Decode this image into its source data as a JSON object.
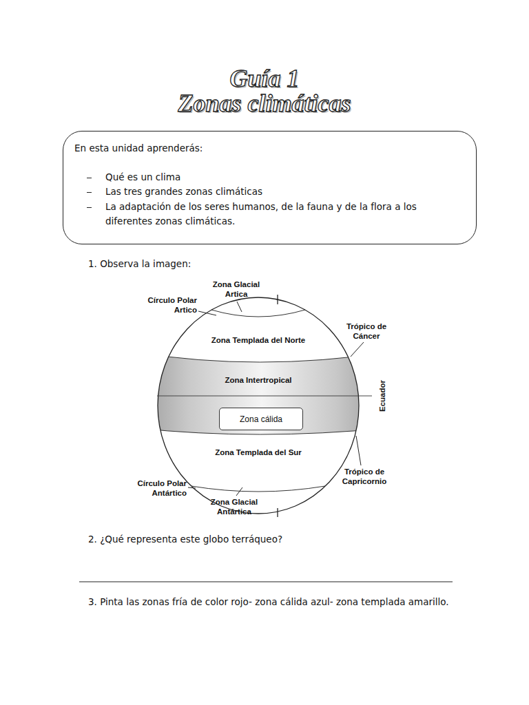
{
  "diagram": {
    "title": "Guía 1",
    "nodes": [
      {
        "text": [
          "En esta unidad aprenderás:",
          "Qué es un clima",
          "Las tres grandes zonas climáticas",
          "La adaptación de los seres humanos, de la fauna y de la flora a los diferentes zonas climáticas."
        ]
      },
      {
        "text": [
          "Zona cálida"
        ]
      }
    ],
    "labels": [
      "Zonas climáticas",
      "1. Observa la imagen:",
      "Zona Glacial Artica",
      "Círculo Polar Artico",
      "Trópico de Cáncer",
      "Zona Templada del Norte",
      "Zona Intertropical",
      "Ecuador",
      "Zona Templada del Sur",
      "Trópico de Capricornio",
      "Círculo Polar Antártico",
      "Zona Glacial Antártica",
      "2. ¿Qué representa este globo terráqueo?",
      "3. Pinta las zonas fría de color rojo- zona cálida azul- zona templada amarillo."
    ]
  }
}
